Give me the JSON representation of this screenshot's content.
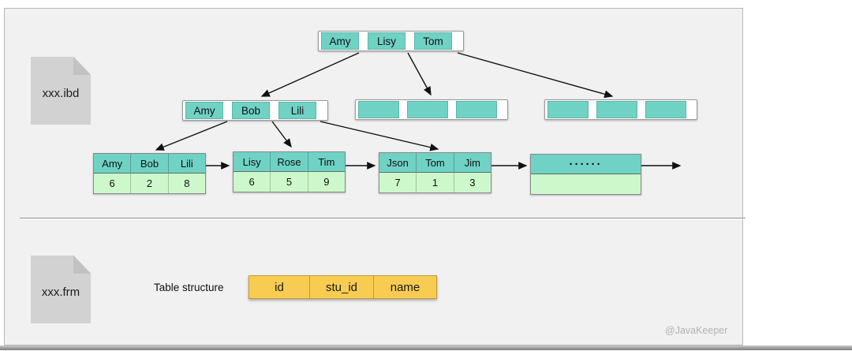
{
  "files": {
    "ibd_label": "xxx.ibd",
    "frm_label": "xxx.frm"
  },
  "btree": {
    "root": {
      "keys": [
        "Amy",
        "Lisy",
        "Tom"
      ]
    },
    "internal_nodes": [
      {
        "keys": [
          "Amy",
          "Bob",
          "Lili"
        ]
      },
      {
        "keys": [
          "",
          "",
          ""
        ]
      },
      {
        "keys": [
          "",
          "",
          ""
        ]
      }
    ],
    "leaf_nodes": [
      {
        "keys": [
          "Amy",
          "Bob",
          "Lili"
        ],
        "values": [
          "6",
          "2",
          "8"
        ]
      },
      {
        "keys": [
          "Lisy",
          "Rose",
          "Tim"
        ],
        "values": [
          "6",
          "5",
          "9"
        ]
      },
      {
        "keys": [
          "Json",
          "Tom",
          "Jim"
        ],
        "values": [
          "7",
          "1",
          "3"
        ]
      },
      {
        "ellipsis": "······"
      }
    ]
  },
  "table_structure": {
    "label": "Table structure",
    "columns": [
      "id",
      "stu_id",
      "name"
    ]
  },
  "watermark": "@JavaKeeper",
  "colors": {
    "key_cell": "#6fd2c4",
    "value_cell": "#cdf8cb",
    "column_cell": "#f8cc52",
    "file_icon": "#d2d2d3",
    "panel_bg": "#f1f1f2"
  }
}
